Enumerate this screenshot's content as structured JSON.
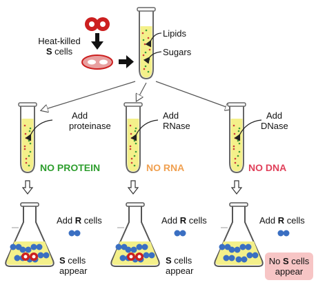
{
  "top": {
    "heat_killed_line1": "Heat-killed",
    "heat_killed_line2_bold": "S",
    "heat_killed_line2_rest": " cells",
    "lipids": "Lipids",
    "sugars": "Sugars"
  },
  "branches": [
    {
      "add_line1": "Add",
      "add_line2": "proteinase",
      "result": "NO PROTEIN",
      "result_color": "#2e9e2e",
      "flask_r_prefix": "Add ",
      "flask_r_bold": "R",
      "flask_r_suffix": " cells",
      "outcome_bold": "S",
      "outcome_line1_rest": " cells",
      "outcome_line2": "appear"
    },
    {
      "add_line1": "Add",
      "add_line2": "RNase",
      "result": "NO RNA",
      "result_color": "#f0a050",
      "flask_r_prefix": "Add ",
      "flask_r_bold": "R",
      "flask_r_suffix": " cells",
      "outcome_bold": "S",
      "outcome_line1_rest": " cells",
      "outcome_line2": "appear"
    },
    {
      "add_line1": "Add",
      "add_line2": "DNase",
      "result": "NO DNA",
      "result_color": "#e0405a",
      "flask_r_prefix": "Add ",
      "flask_r_bold": "R",
      "flask_r_suffix": " cells",
      "outcome_prefix": "No ",
      "outcome_bold": "S",
      "outcome_line1_rest": " cells",
      "outcome_line2": "appear"
    }
  ],
  "colors": {
    "liquid": "#f4f08a",
    "s_cell": "#cc1f1f",
    "r_cell": "#3a6fc2",
    "arrow": "#222222",
    "no_s_box": "#f7c5c5"
  }
}
